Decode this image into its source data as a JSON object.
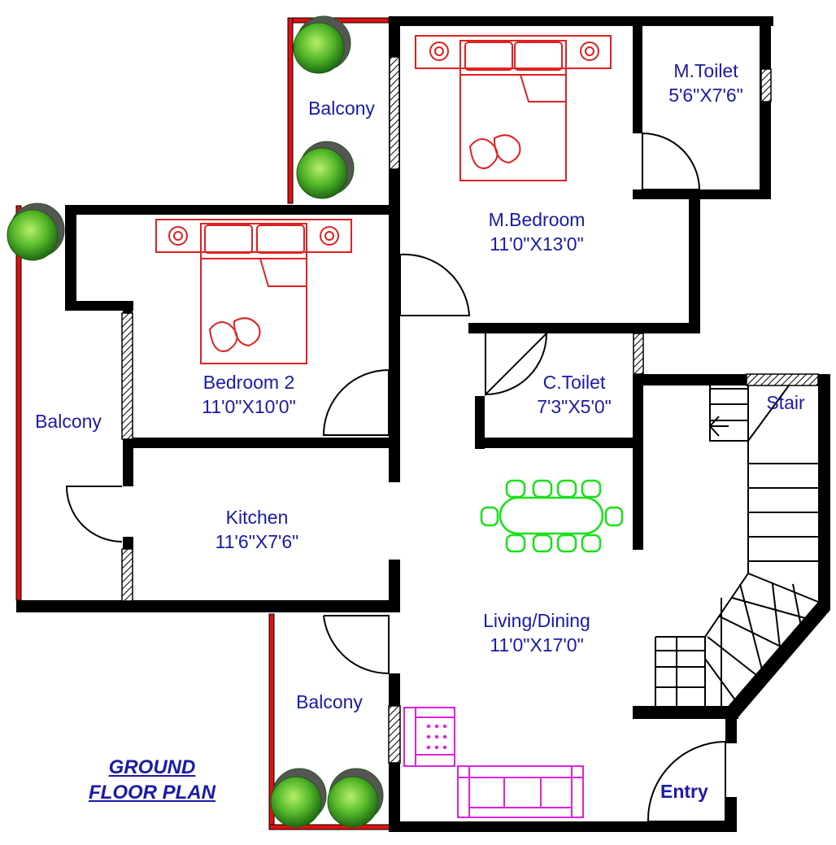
{
  "plan": {
    "title_line1": "GROUND",
    "title_line2": "FLOOR PLAN",
    "entry_label": "Entry",
    "colors": {
      "wall": "#000000",
      "bed": "#e02020",
      "dining": "#18e018",
      "sofa": "#e020e0",
      "label": "#1a1aa8",
      "balcony_rail": "#e01010",
      "plant": "#3aa020"
    }
  },
  "rooms": {
    "balcony_top": {
      "name": "Balcony"
    },
    "master_bedroom": {
      "name": "M.Bedroom",
      "size": "11'0\"X13'0\""
    },
    "master_toilet": {
      "name": "M.Toilet",
      "size": "5'6\"X7'6\""
    },
    "bedroom2": {
      "name": "Bedroom 2",
      "size": "11'0\"X10'0\""
    },
    "common_toilet": {
      "name": "C.Toilet",
      "size": "7'3\"X5'0\""
    },
    "stair": {
      "name": "Stair"
    },
    "balcony_left": {
      "name": "Balcony"
    },
    "kitchen": {
      "name": "Kitchen",
      "size": "11'6\"X7'6\""
    },
    "living_dining": {
      "name": "Living/Dining",
      "size": "11'0\"X17'0\""
    },
    "balcony_bottom": {
      "name": "Balcony"
    }
  }
}
